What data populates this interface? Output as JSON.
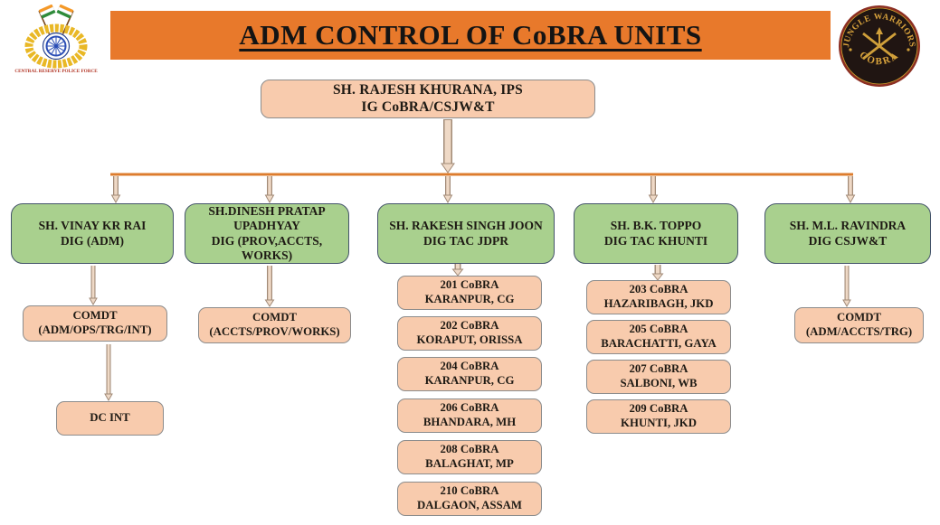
{
  "header": {
    "title": "ADM CONTROL OF CoBRA UNITS",
    "crpf_caption": "CENTRAL RESERVE POLICE FORCE",
    "badge": {
      "top": "JUNGLE WARRIORS",
      "bottom": "COBRA"
    }
  },
  "root": {
    "name": "SH. RAJESH KHURANA, IPS",
    "role": "IG CoBRA/CSJW&T"
  },
  "columns": [
    {
      "head": {
        "name": "SH. VINAY KR RAI",
        "role": "DIG (ADM)"
      },
      "children": [
        {
          "line1": "COMDT",
          "line2": "(ADM/OPS/TRG/INT)"
        },
        {
          "line1": "DC INT",
          "line2": ""
        }
      ]
    },
    {
      "head": {
        "name": "SH.DINESH PRATAP UPADHYAY",
        "role": "DIG (PROV,ACCTS, WORKS)"
      },
      "children": [
        {
          "line1": "COMDT",
          "line2": "(ACCTS/PROV/WORKS)"
        }
      ]
    },
    {
      "head": {
        "name": "SH. RAKESH SINGH JOON",
        "role": "DIG TAC JDPR"
      },
      "units": [
        {
          "line1": "201 CoBRA",
          "line2": "KARANPUR, CG"
        },
        {
          "line1": "202 CoBRA",
          "line2": "KORAPUT, ORISSA"
        },
        {
          "line1": "204 CoBRA",
          "line2": "KARANPUR, CG"
        },
        {
          "line1": "206 CoBRA",
          "line2": "BHANDARA, MH"
        },
        {
          "line1": "208 CoBRA",
          "line2": "BALAGHAT, MP"
        },
        {
          "line1": "210 CoBRA",
          "line2": "DALGAON, ASSAM"
        }
      ]
    },
    {
      "head": {
        "name": "SH. B.K. TOPPO",
        "role": "DIG TAC KHUNTI"
      },
      "units": [
        {
          "line1": "203 CoBRA",
          "line2": "HAZARIBAGH, JKD"
        },
        {
          "line1": "205 CoBRA",
          "line2": "BARACHATTI, GAYA"
        },
        {
          "line1": "207 CoBRA",
          "line2": "SALBONI, WB"
        },
        {
          "line1": "209 CoBRA",
          "line2": "KHUNTI, JKD"
        }
      ]
    },
    {
      "head": {
        "name": "SH. M.L. RAVINDRA",
        "role": "DIG CSJW&T"
      },
      "children": [
        {
          "line1": "COMDT",
          "line2": "(ADM/ACCTS/TRG)"
        }
      ]
    }
  ],
  "colors": {
    "banner_orange": "#E8792B",
    "connector_orange": "#DD7C2E",
    "node_peach": "#F8CBAD",
    "node_green": "#A9D08E",
    "green_border": "#44546A",
    "peach_border": "#8C8C8C",
    "arrow_fill": "#EFD9C6",
    "arrow_outline": "#A18A77"
  }
}
